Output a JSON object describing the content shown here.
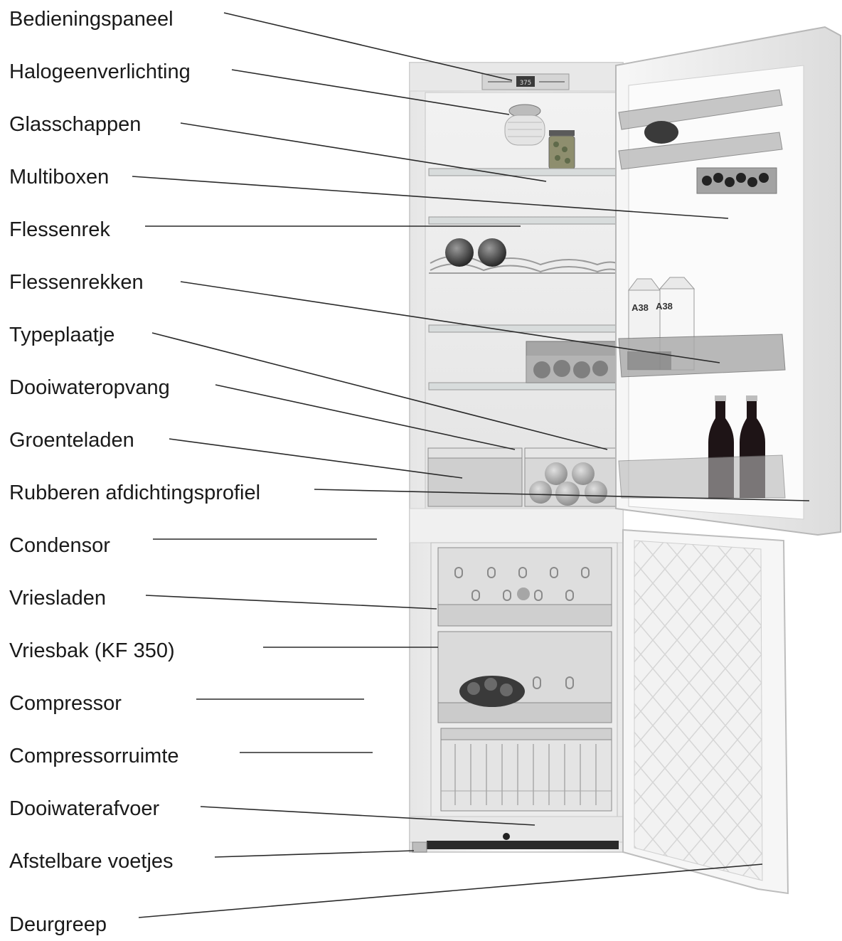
{
  "labels": [
    {
      "id": "bedieningspaneel",
      "text": "Bedieningspaneel"
    },
    {
      "id": "halogeenverlichting",
      "text": "Halogeenverlichting"
    },
    {
      "id": "glasschappen",
      "text": "Glasschappen"
    },
    {
      "id": "multiboxen",
      "text": "Multiboxen"
    },
    {
      "id": "flessenrek",
      "text": "Flessenrek"
    },
    {
      "id": "flessenrekken",
      "text": "Flessenrekken"
    },
    {
      "id": "typeplaatje",
      "text": "Typeplaatje"
    },
    {
      "id": "dooiwateropvang",
      "text": "Dooiwateropvang"
    },
    {
      "id": "groenteladen",
      "text": "Groenteladen"
    },
    {
      "id": "rubberen-afdichtingsprofiel",
      "text": "Rubberen afdichtingsprofiel"
    },
    {
      "id": "condensor",
      "text": "Condensor"
    },
    {
      "id": "vriesladen",
      "text": "Vriesladen"
    },
    {
      "id": "vriesbak",
      "text": "Vriesbak (KF 350)"
    },
    {
      "id": "compressor",
      "text": "Compressor"
    },
    {
      "id": "compressorruimte",
      "text": "Compressorruimte"
    },
    {
      "id": "dooiwaterafvoer",
      "text": "Dooiwaterafvoer"
    },
    {
      "id": "afstelbare-voetjes",
      "text": "Afstelbare voetjes"
    },
    {
      "id": "deurgreep",
      "text": "Deurgreep"
    }
  ],
  "carton_text": [
    "A38",
    "A38"
  ],
  "display_text": "375",
  "colors": {
    "line": "#2a2a2a",
    "text": "#1a1a1a",
    "fridge_body": "#f4f4f4",
    "bottle": "#1e1416"
  }
}
